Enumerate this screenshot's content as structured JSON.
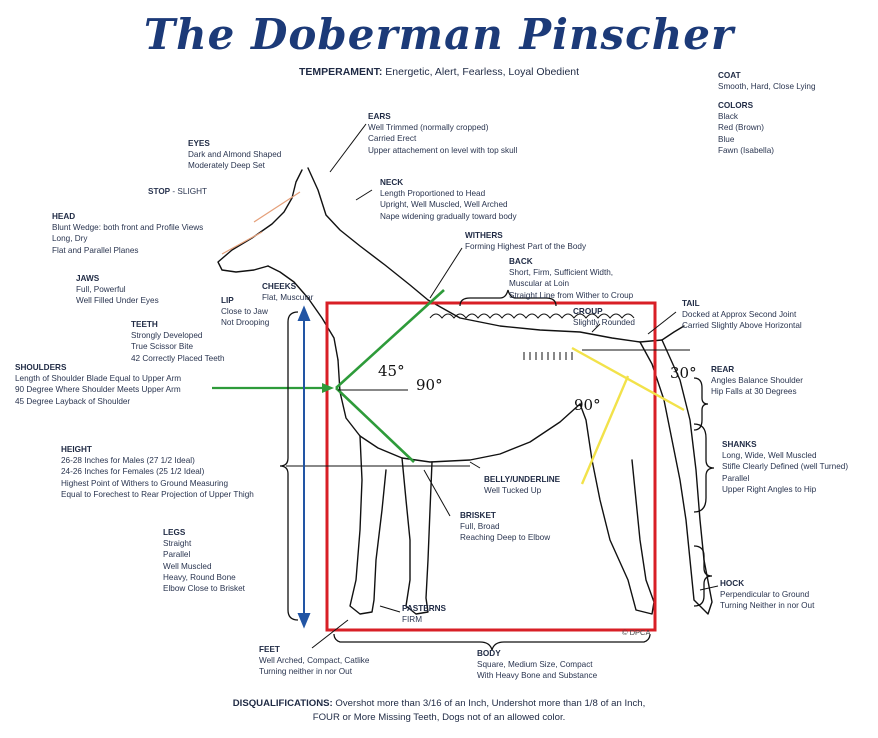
{
  "title": "The Doberman Pinscher",
  "temperament": {
    "heading": "TEMPERAMENT:",
    "text": "Energetic, Alert, Fearless, Loyal Obedient"
  },
  "labels": {
    "coat": {
      "heading": "COAT",
      "lines": [
        "Smooth, Hard, Close Lying"
      ]
    },
    "colors": {
      "heading": "COLORS",
      "lines": [
        "Black",
        "Red (Brown)",
        "Blue",
        "Fawn (Isabella)"
      ]
    },
    "ears": {
      "heading": "EARS",
      "lines": [
        "Well Trimmed (normally cropped)",
        "Carried Erect",
        "Upper attachement on level with top skull"
      ]
    },
    "eyes": {
      "heading": "EYES",
      "lines": [
        "Dark and Almond Shaped",
        "Moderately Deep Set"
      ]
    },
    "stop": {
      "heading": "STOP",
      "text": " - SLIGHT"
    },
    "neck": {
      "heading": "NECK",
      "lines": [
        "Length Proportioned to Head",
        "Upright, Well Muscled, Well Arched",
        "Nape widening gradually toward body"
      ]
    },
    "head": {
      "heading": "HEAD",
      "lines": [
        "Blunt Wedge: both front and Profile Views",
        "Long, Dry",
        "Flat and Parallel Planes"
      ]
    },
    "withers": {
      "heading": "WITHERS",
      "lines": [
        "Forming Highest Part of the Body"
      ]
    },
    "back": {
      "heading": "BACK",
      "lines": [
        "Short, Firm, Sufficient Width,",
        "Muscular at Loin",
        "Straight Line from Wither to Croup"
      ]
    },
    "jaws": {
      "heading": "JAWS",
      "lines": [
        "Full, Powerful",
        "Well Filled Under Eyes"
      ]
    },
    "cheeks": {
      "heading": "CHEEKS",
      "lines": [
        "Flat, Muscular"
      ]
    },
    "lip": {
      "heading": "LIP",
      "lines": [
        "Close to Jaw",
        "Not Drooping"
      ]
    },
    "teeth": {
      "heading": "TEETH",
      "lines": [
        "Strongly Developed",
        "True Scissor Bite",
        "42 Correctly Placed Teeth"
      ]
    },
    "croup": {
      "heading": "CROUP",
      "lines": [
        "Slightly Rounded"
      ]
    },
    "tail": {
      "heading": "TAIL",
      "lines": [
        "Docked at Approx Second Joint",
        "Carried Slightly Above Horizontal"
      ]
    },
    "shoulders": {
      "heading": "SHOULDERS",
      "lines": [
        "Length of Shoulder Blade Equal to Upper Arm",
        "90 Degree Where Shoulder Meets Upper Arm",
        "45 Degree Layback of Shoulder"
      ]
    },
    "rear": {
      "heading": "REAR",
      "lines": [
        "Angles Balance Shoulder",
        "Hip Falls at 30 Degrees"
      ]
    },
    "height": {
      "heading": "HEIGHT",
      "lines": [
        "26-28 Inches for Males (27 1/2 Ideal)",
        "24-26 Inches for Females (25 1/2 Ideal)",
        "Highest Point of Withers to Ground Measuring",
        "Equal to Forechest to Rear Projection of Upper Thigh"
      ]
    },
    "shanks": {
      "heading": "SHANKS",
      "lines": [
        "Long, Wide, Well Muscled",
        "Stifle Clearly Defined (well Turned)",
        "Parallel",
        "Upper Right Angles to Hip"
      ]
    },
    "belly": {
      "heading": "BELLY/UNDERLINE",
      "lines": [
        "Well Tucked Up"
      ]
    },
    "brisket": {
      "heading": "BRISKET",
      "lines": [
        "Full, Broad",
        "Reaching Deep to Elbow"
      ]
    },
    "legs": {
      "heading": "LEGS",
      "lines": [
        "Straight",
        "Parallel",
        "Well Muscled",
        "Heavy, Round Bone",
        "Elbow Close to Brisket"
      ]
    },
    "hock": {
      "heading": "HOCK",
      "lines": [
        "Perpendicular to Ground",
        "Turning Neither in nor Out"
      ]
    },
    "pasterns": {
      "heading": "PASTERNS",
      "lines": [
        "FIRM"
      ]
    },
    "feet": {
      "heading": "FEET",
      "lines": [
        "Well Arched, Compact, Catlike",
        "Turning neither in nor Out"
      ]
    },
    "body": {
      "heading": "BODY",
      "lines": [
        "Square, Medium Size, Compact",
        "With Heavy Bone and Substance"
      ]
    }
  },
  "angles": {
    "shoulder_layback": "45°",
    "shoulder_upper_arm": "90°",
    "rear_hip": "30°",
    "rear_stifle": "90°"
  },
  "copyright": "© DPCA",
  "disqualifications": {
    "heading": "DISQUALIFICATIONS:",
    "line1": "Overshot more than 3/16 of an Inch, Undershot more than 1/8 of an Inch,",
    "line2": "FOUR or More Missing Teeth, Dogs not of an allowed color."
  },
  "colors": {
    "title": "#1c3a78",
    "body_box": "#d81f26",
    "shoulder_lines": "#2e9b3a",
    "rear_lines": "#f2e24a",
    "height_arrow": "#2255a4"
  }
}
